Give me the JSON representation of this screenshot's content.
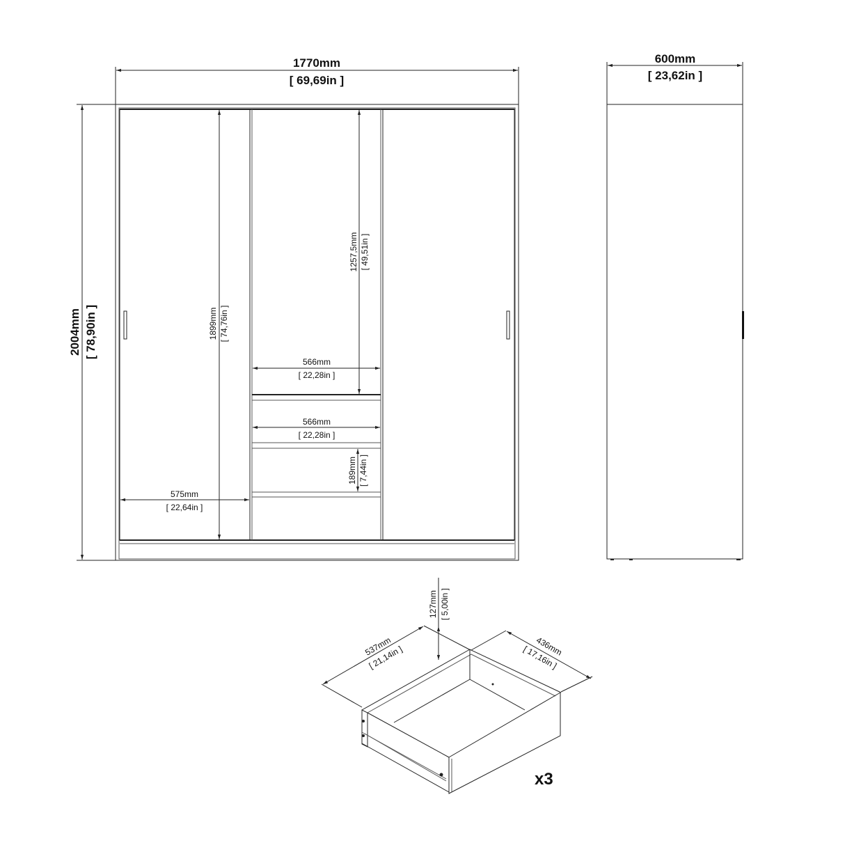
{
  "diagram": {
    "type": "furniture-dimension-drawing",
    "front_view": {
      "width": {
        "mm": "1770mm",
        "in": "69,69in"
      },
      "height": {
        "mm": "2004mm",
        "in": "78,90in"
      },
      "door_height": {
        "mm": "1899mm",
        "in": "74,76in"
      },
      "door_width": {
        "mm": "575mm",
        "in": "22,64in"
      },
      "middle_compartment_height": {
        "mm": "1257,5mm",
        "in": "49,51in"
      },
      "shelf_width_1": {
        "mm": "566mm",
        "in": "22,28in"
      },
      "shelf_width_2": {
        "mm": "566mm",
        "in": "22,28in"
      },
      "drawer_front_height": {
        "mm": "189mm",
        "in": "7,44in"
      }
    },
    "side_view": {
      "depth": {
        "mm": "600mm",
        "in": "23,62in"
      }
    },
    "drawer": {
      "height": {
        "mm": "127mm",
        "in": "5,00in"
      },
      "depth": {
        "mm": "537mm",
        "in": "21,14in"
      },
      "width": {
        "mm": "436mm",
        "in": "17,16in"
      },
      "quantity": "x3"
    }
  }
}
